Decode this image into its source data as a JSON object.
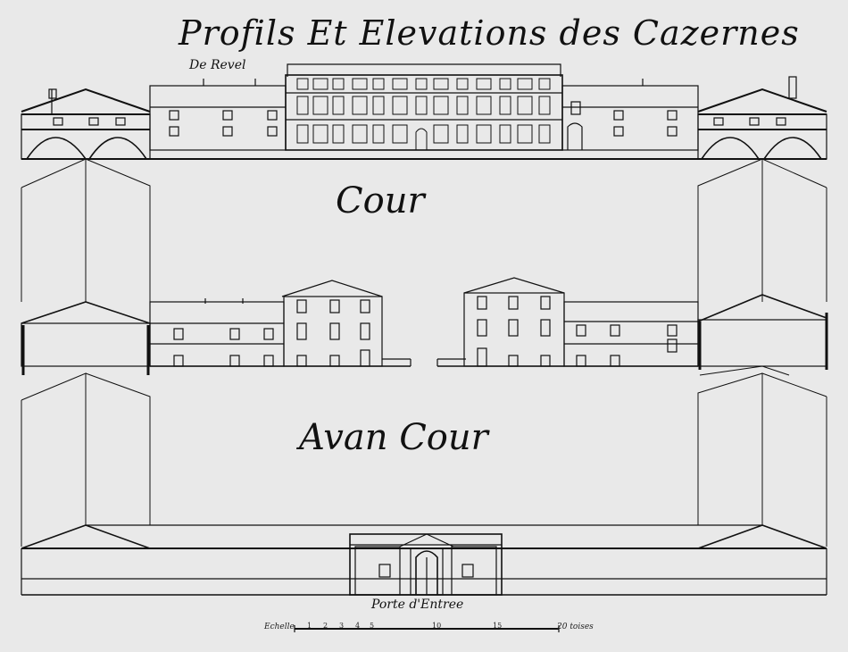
{
  "title": "Profils Et Elevations des Cazernes",
  "subtitle": "De Revel",
  "court_label": "Cour",
  "forecourt_label": "Avan Cour",
  "gate_label": "Porte d'Entree",
  "scale": {
    "start_label": "Echelle",
    "end_label": "20 toises",
    "tick_numbers": [
      "1",
      "2",
      "3",
      "4",
      "5",
      "10",
      "15"
    ]
  }
}
